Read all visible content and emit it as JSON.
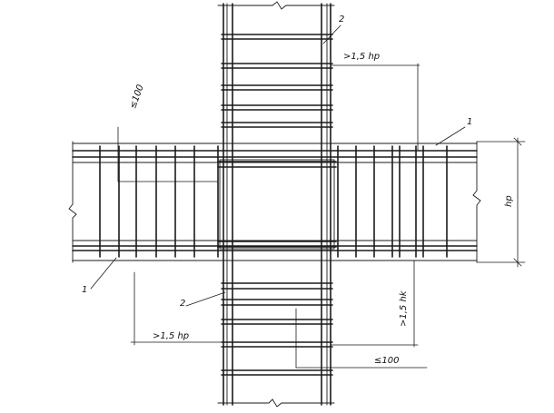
{
  "labels": {
    "marker_2_top": "2",
    "marker_1_right": "1",
    "marker_1_left": "1",
    "marker_2_bottom": "2",
    "dim_top_column": ">1,5 hp",
    "dim_bottom_column": ">1,5 hp",
    "dim_beam_height": "hp",
    "dim_right_column": ">1,5 hk",
    "spacing_top": "≤100",
    "spacing_bottom": "≤100"
  }
}
